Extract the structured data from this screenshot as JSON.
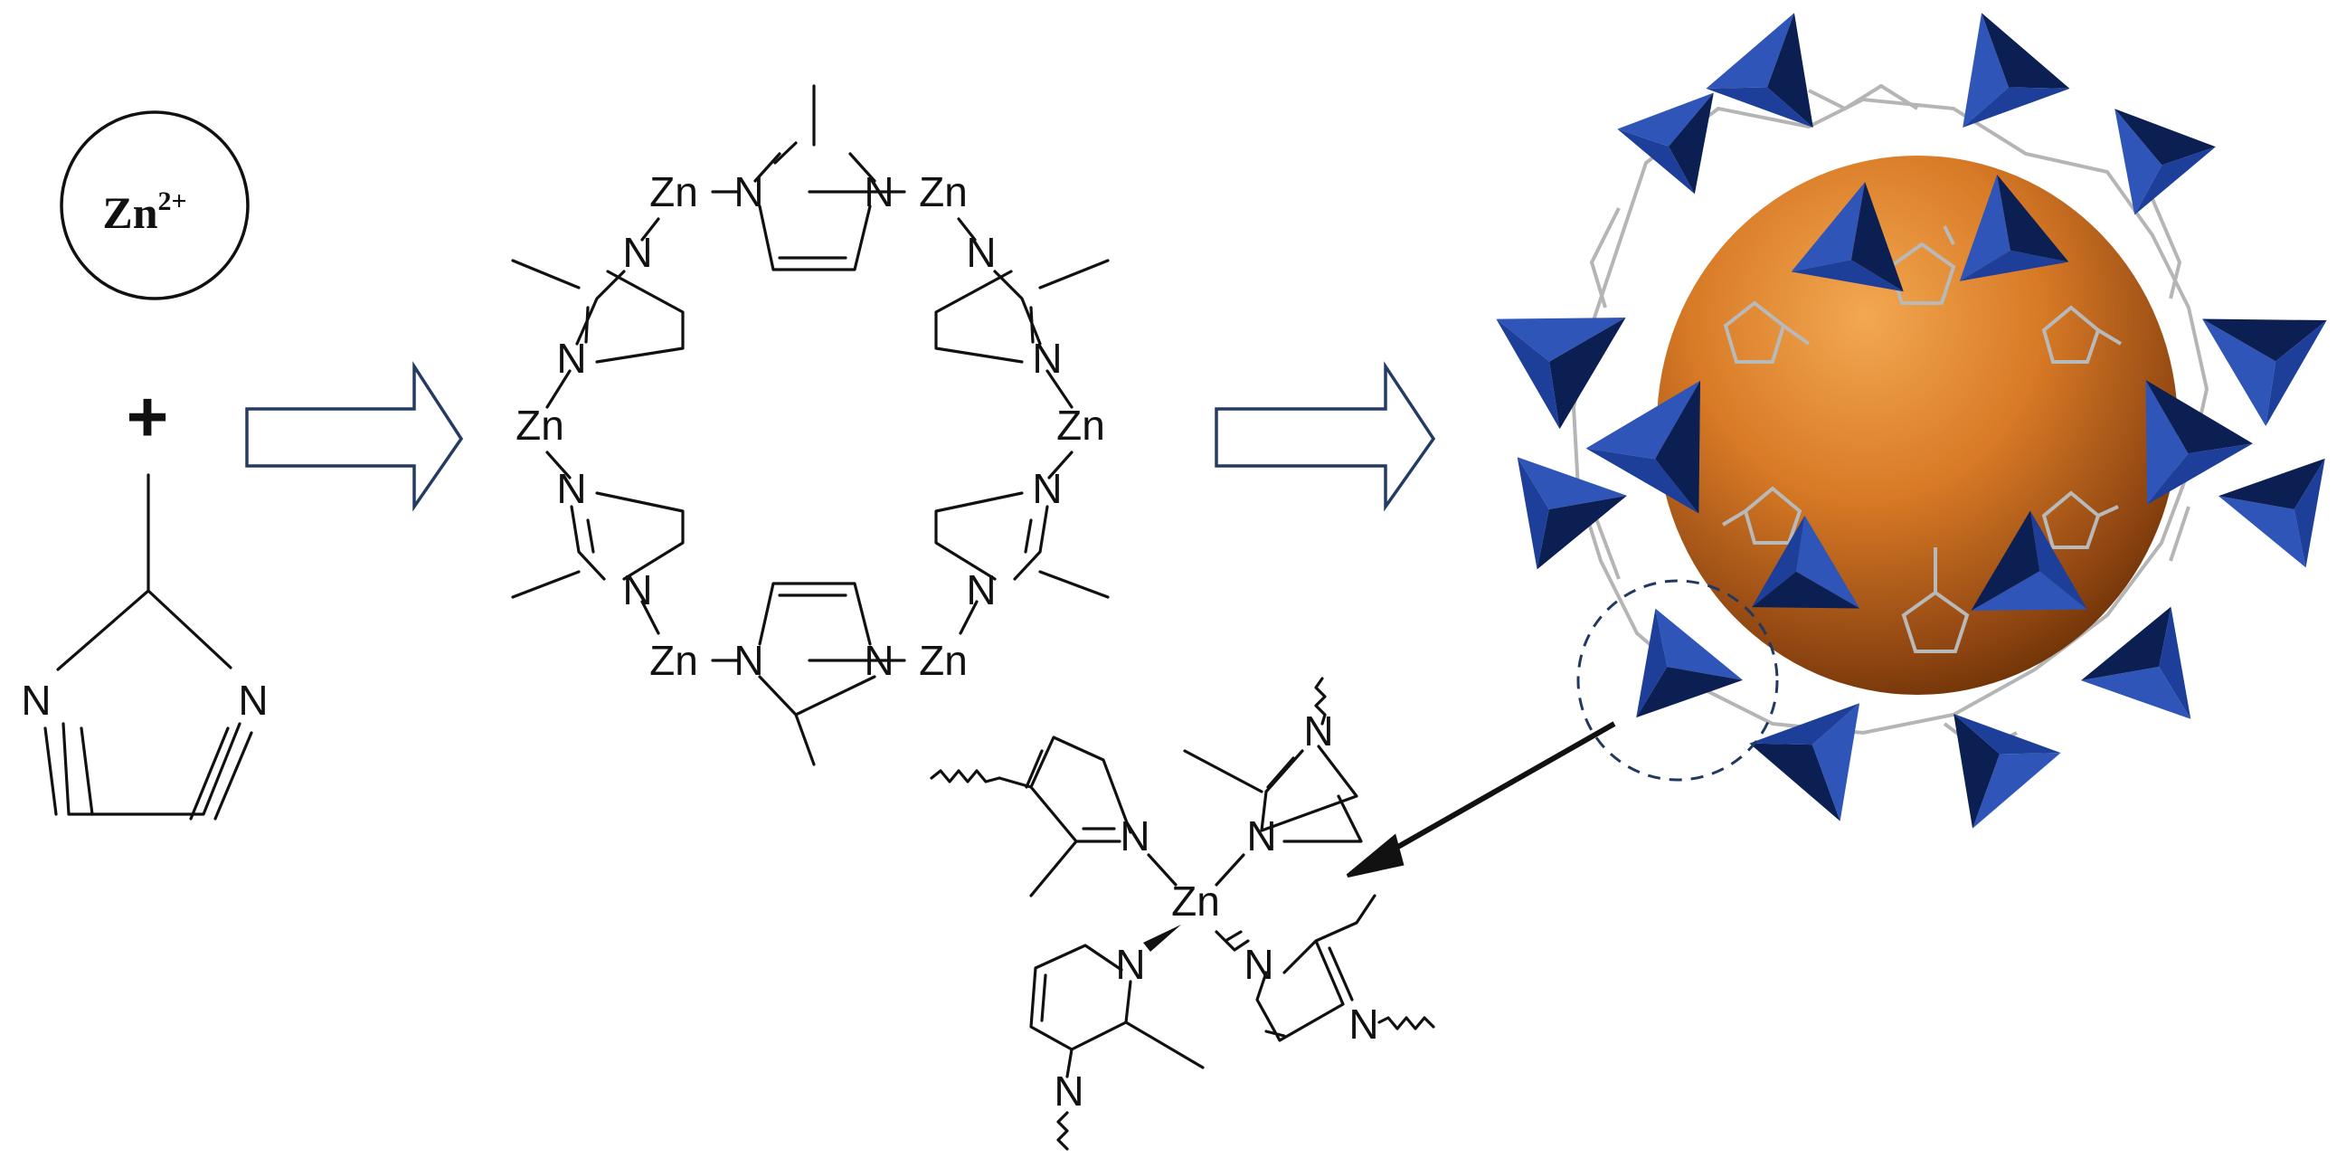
{
  "reactants": {
    "zinc_ion": {
      "symbol": "Zn",
      "charge": "2+"
    },
    "plus_sign": "+",
    "ligand": {
      "atom_labels": [
        "N",
        "N"
      ]
    }
  },
  "ring": {
    "metal_label": "Zn",
    "nitrogen_label": "N",
    "zn_count": 6,
    "imidazolate_count": 6
  },
  "coordination": {
    "metal_label": "Zn",
    "nitrogen_label": "N"
  },
  "colors": {
    "ink": "#111111",
    "arrow_outline": "#243b63",
    "sphere_light": "#f0a04a",
    "sphere_mid": "#d47524",
    "sphere_dark": "#6e3206",
    "tetrahedron_light": "#2f55b8",
    "tetrahedron_dark": "#0c1f52",
    "linker_gray": "#b9b9b9",
    "dashed_circle": "#22385e"
  },
  "icons": [
    "open-right-arrow-icon",
    "solid-arrow-icon",
    "tetrahedron-icon",
    "sphere-icon"
  ]
}
